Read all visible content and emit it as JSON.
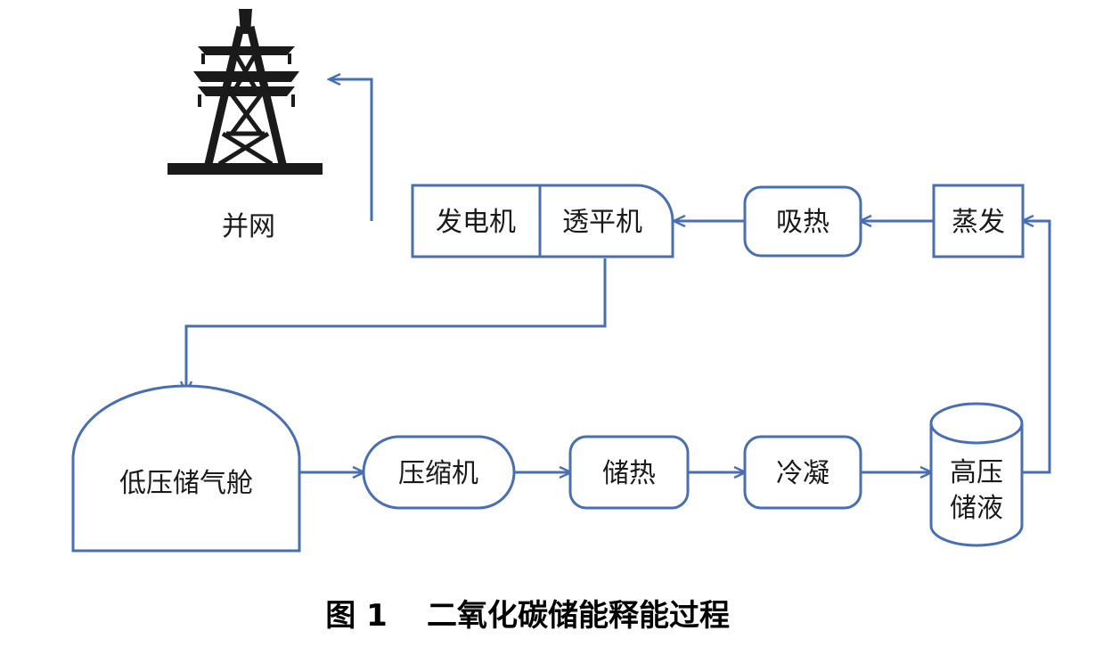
{
  "colors": {
    "line": "#4a6fb0",
    "text": "#1a1a1a",
    "tower": "#1a1a1a",
    "background": "#ffffff"
  },
  "icons": {
    "tower": "power-transmission-tower-icon"
  },
  "labels": {
    "grid": "并网",
    "generator": "发电机",
    "turbine": "透平机",
    "heat_absorb": "吸热",
    "evaporate": "蒸发",
    "low_pressure_tank": "低压储气舱",
    "compressor": "压缩机",
    "heat_storage": "储热",
    "condense": "冷凝",
    "hp_storage_line1": "高压",
    "hp_storage_line2": "储液"
  },
  "caption": {
    "number": "图 1",
    "title": "二氧化碳储能释能过程"
  }
}
